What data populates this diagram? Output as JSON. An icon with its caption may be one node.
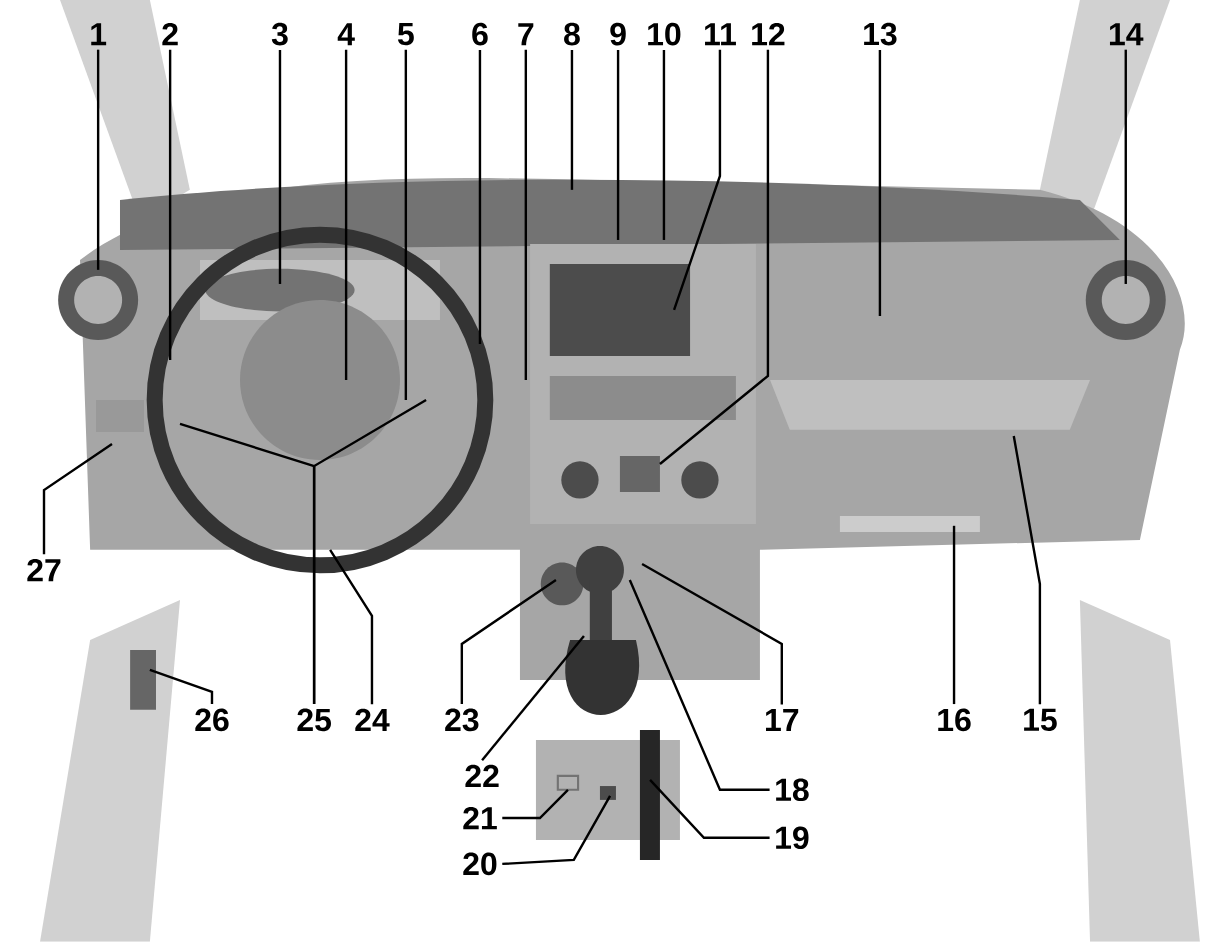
{
  "diagram": {
    "nodes": [
      {
        "text": [
          "1"
        ]
      },
      {
        "text": [
          "2"
        ]
      },
      {
        "text": [
          "3"
        ]
      },
      {
        "text": [
          "4"
        ]
      },
      {
        "text": [
          "5"
        ]
      },
      {
        "text": [
          "6"
        ]
      },
      {
        "text": [
          "7"
        ]
      },
      {
        "text": [
          "8"
        ]
      },
      {
        "text": [
          "9"
        ]
      },
      {
        "text": [
          "10"
        ]
      },
      {
        "text": [
          "11"
        ]
      },
      {
        "text": [
          "12"
        ]
      },
      {
        "text": [
          "13"
        ]
      },
      {
        "text": [
          "14"
        ]
      },
      {
        "text": [
          "15"
        ]
      },
      {
        "text": [
          "16"
        ]
      },
      {
        "text": [
          "17"
        ]
      },
      {
        "text": [
          "18"
        ]
      },
      {
        "text": [
          "19"
        ]
      },
      {
        "text": [
          "20"
        ]
      },
      {
        "text": [
          "21"
        ]
      },
      {
        "text": [
          "22"
        ]
      },
      {
        "text": [
          "23"
        ]
      },
      {
        "text": [
          "24"
        ]
      },
      {
        "text": [
          "25"
        ]
      },
      {
        "text": [
          "26"
        ]
      },
      {
        "text": [
          "27"
        ]
      }
    ],
    "edges": [
      {
        "from": 0,
        "to": null,
        "arrow": "none"
      },
      {
        "from": 1,
        "to": null,
        "arrow": "none"
      },
      {
        "from": 2,
        "to": null,
        "arrow": "none"
      },
      {
        "from": 3,
        "to": null,
        "arrow": "none"
      },
      {
        "from": 4,
        "to": null,
        "arrow": "none"
      },
      {
        "from": 5,
        "to": null,
        "arrow": "none"
      },
      {
        "from": 6,
        "to": null,
        "arrow": "none"
      },
      {
        "from": 7,
        "to": null,
        "arrow": "none"
      },
      {
        "from": 8,
        "to": null,
        "arrow": "none"
      },
      {
        "from": 9,
        "to": null,
        "arrow": "none"
      },
      {
        "from": 10,
        "to": null,
        "arrow": "none"
      },
      {
        "from": 11,
        "to": null,
        "arrow": "none"
      },
      {
        "from": 12,
        "to": null,
        "arrow": "none"
      },
      {
        "from": 13,
        "to": null,
        "arrow": "none"
      },
      {
        "from": 14,
        "to": null,
        "arrow": "none"
      },
      {
        "from": 15,
        "to": null,
        "arrow": "none"
      },
      {
        "from": 16,
        "to": null,
        "arrow": "none"
      },
      {
        "from": 17,
        "to": null,
        "arrow": "none"
      },
      {
        "from": 18,
        "to": null,
        "arrow": "none"
      },
      {
        "from": 19,
        "to": null,
        "arrow": "none"
      },
      {
        "from": 20,
        "to": null,
        "arrow": "none"
      },
      {
        "from": 21,
        "to": null,
        "arrow": "none"
      },
      {
        "from": 22,
        "to": null,
        "arrow": "none"
      },
      {
        "from": 23,
        "to": null,
        "arrow": "none"
      },
      {
        "from": 24,
        "to": null,
        "arrow": "none"
      },
      {
        "from": 24,
        "to": null,
        "arrow": "none"
      },
      {
        "from": 25,
        "to": null,
        "arrow": "none"
      },
      {
        "from": 26,
        "to": null,
        "arrow": "none"
      }
    ]
  }
}
